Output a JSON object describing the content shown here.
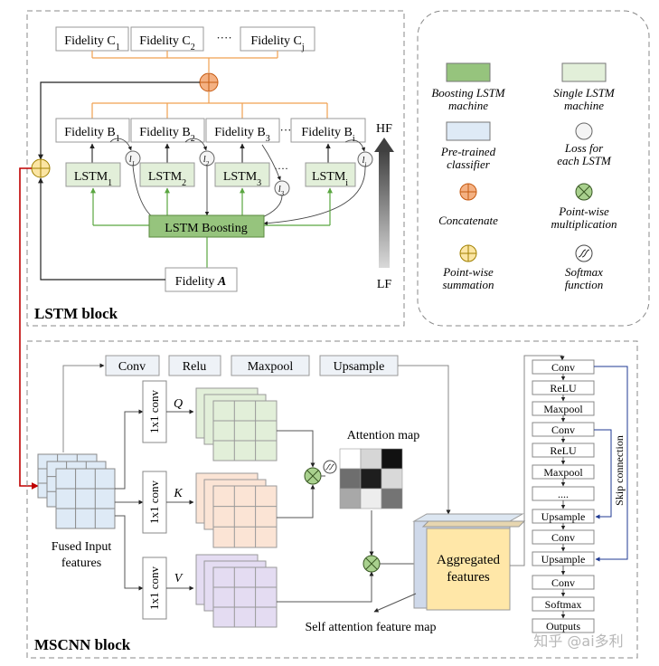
{
  "lstm_block": {
    "label": "LSTM block",
    "fidelity_c": [
      "Fidelity C",
      "Fidelity C",
      "Fidelity C"
    ],
    "c_subs": [
      "1",
      "2",
      "j"
    ],
    "c_ellipsis": "····",
    "fidelity_b_prefix": "Fidelity B",
    "b_subs": [
      "1",
      "2",
      "3",
      "i"
    ],
    "b_ellipsis": "···",
    "lstm_prefix": "LSTM",
    "lstm_subs": [
      "1",
      "2",
      "3",
      "i"
    ],
    "lstm_ellipsis": "····",
    "loss_prefix": "l",
    "loss_subs": [
      "1",
      "2",
      "3",
      "i"
    ],
    "boosting": "LSTM Boosting",
    "fidelity_a_prefix": "Fidelity",
    "fidelity_a_var": "A",
    "hf": "HF",
    "lf": "LF"
  },
  "legend": {
    "boosting_lstm": "Boosting LSTM machine",
    "boosting_lstm_lines": [
      "Boosting LSTM",
      "machine"
    ],
    "single_lstm_lines": [
      "Single LSTM",
      "machine"
    ],
    "pretrained_lines": [
      "Pre-trained",
      "classifier"
    ],
    "loss_lines": [
      "Loss for",
      "each LSTM"
    ],
    "concatenate": "Concatenate",
    "pointwise_mult_lines": [
      "Point-wise",
      "multiplication"
    ],
    "pointwise_sum_lines": [
      "Point-wise",
      "summation"
    ],
    "softmax_lines": [
      "Softmax",
      "function"
    ]
  },
  "mscnn_block": {
    "label": "MSCNN block",
    "ops": [
      "Conv",
      "Relu",
      "Maxpool",
      "Upsample"
    ],
    "conv1x1": "1x1 conv",
    "q": "Q",
    "k": "K",
    "v": "V",
    "attention_map": "Attention map",
    "fused_input_lines": [
      "Fused Input",
      "features"
    ],
    "aggregated_lines": [
      "Aggregated",
      "features"
    ],
    "self_attention": "Self attention feature map",
    "stack": [
      "Conv",
      "ReLU",
      "Maxpool",
      "Conv",
      "ReLU",
      "Maxpool",
      "....",
      "Upsample",
      "Conv",
      "Upsample",
      "Conv",
      "Softmax",
      "Outputs"
    ],
    "skip_connection": "Skip connection",
    "attention_grid": [
      [
        "#ffffff",
        "#d6d6d6",
        "#111111"
      ],
      [
        "#6e6e6e",
        "#1e1e1e",
        "#d9d9d9"
      ],
      [
        "#a8a8a8",
        "#ededed",
        "#747474"
      ]
    ]
  },
  "watermark": "知乎 @ai多利",
  "colors": {
    "boosting_fill": "#96c47d",
    "single_lstm_fill": "#e2efd9",
    "classifier_fill": "#deeaf6",
    "concat_fill": "#f4b183",
    "sum_fill": "#fbe5a3",
    "mult_fill": "#a9d18e",
    "q_fill": "#e2efd9",
    "k_fill": "#fbe4d5",
    "v_fill": "#e4dcf2",
    "fused_fill": "#deeaf6",
    "aggregated_fill": "#ffe7a8",
    "orange_line": "#f0a050",
    "green_line": "#5aa640",
    "red_line": "#c00000",
    "blue_line": "#1f3a93",
    "op_fill": "#eef2f7"
  }
}
